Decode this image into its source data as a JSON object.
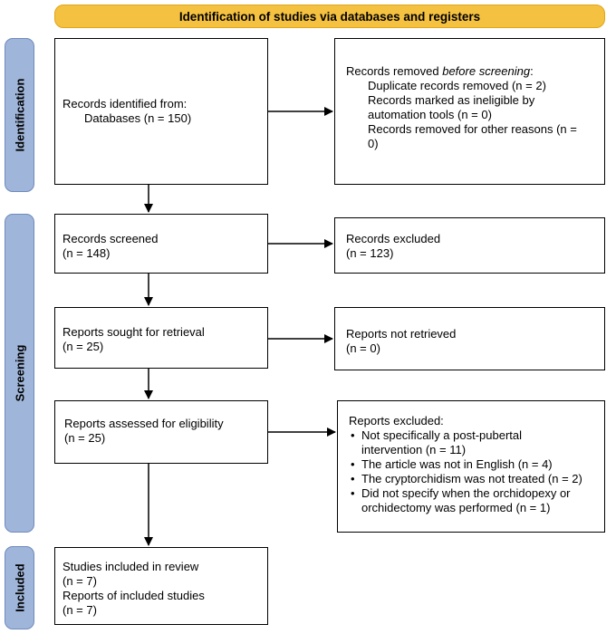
{
  "header": {
    "title": "Identification of studies via databases and registers"
  },
  "stages": {
    "identification": "Identification",
    "screening": "Screening",
    "included": "Included"
  },
  "boxes": {
    "identified": {
      "line1": "Records identified from:",
      "line2": "Databases (n = 150)"
    },
    "removed": {
      "line1_pre": "Records removed ",
      "line1_em": "before screening",
      "line1_post": ":",
      "items": [
        "Duplicate records removed (n = 2)",
        "Records marked as ineligible by",
        "automation tools (n = 0)",
        "Records removed for other reasons (n =",
        "0)"
      ]
    },
    "screened": {
      "line1": "Records screened",
      "line2": "(n = 148)"
    },
    "excluded": {
      "line1": "Records excluded",
      "line2": "(n = 123)"
    },
    "sought": {
      "line1": "Reports sought for retrieval",
      "line2": "(n = 25)"
    },
    "not_retrieved": {
      "line1": "Reports not retrieved",
      "line2": "(n = 0)"
    },
    "assessed": {
      "line1": "Reports assessed for eligibility",
      "line2": "(n = 25)"
    },
    "reports_excluded": {
      "title": "Reports excluded:",
      "bullets": [
        {
          "l1": "Not specifically a post-pubertal",
          "l2": "intervention (n = 11)"
        },
        {
          "l1": "The article was not in English (n = 4)",
          "l2": ""
        },
        {
          "l1": "The cryptorchidism was not treated (n = 2)",
          "l2": ""
        },
        {
          "l1": "Did not specify when the orchidopexy or",
          "l2": "orchidectomy was performed (n = 1)"
        }
      ]
    },
    "included": {
      "line1": "Studies included in review",
      "line2": "(n = 7)",
      "line3": "Reports of included studies",
      "line4": "(n = 7)"
    }
  },
  "colors": {
    "header_fill": "#f5c141",
    "stage_fill": "#9fb5d9"
  }
}
